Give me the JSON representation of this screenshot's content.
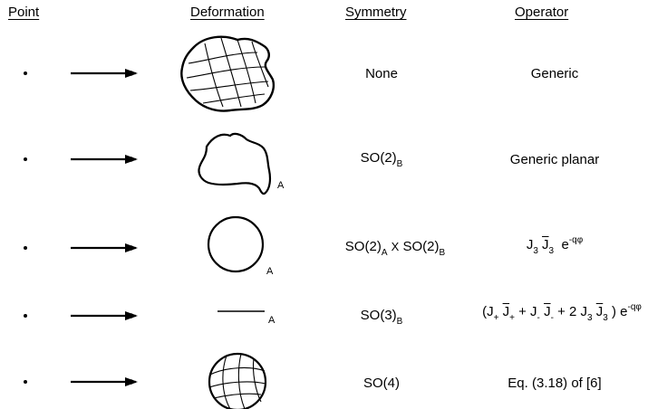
{
  "headers": {
    "point": "Point",
    "deformation": "Deformation",
    "symmetry": "Symmetry",
    "operator": "Operator"
  },
  "rows": [
    {
      "shape": "crumpled-sheet",
      "subscript_label": "",
      "symmetry": {
        "base": "None"
      },
      "operator": {
        "text": "Generic"
      }
    },
    {
      "shape": "planar-blob",
      "subscript_label": "A",
      "symmetry": {
        "base": "SO(2)",
        "sub": "B"
      },
      "operator": {
        "text": "Generic planar"
      }
    },
    {
      "shape": "circle",
      "subscript_label": "A",
      "symmetry": {
        "base1": "SO(2)",
        "sub1": "A",
        "times": "X",
        "base2": "SO(2)",
        "sub2": "B"
      },
      "operator": {
        "j": "J",
        "j_sub": "3",
        "jbar": "J",
        "jbar_sub": "3",
        "exp_base": "e",
        "exp": "-qφ"
      }
    },
    {
      "shape": "line-segment",
      "subscript_label": "A",
      "symmetry": {
        "base": "SO(3)",
        "sub": "B"
      },
      "operator": {
        "open": "(",
        "t1": "J",
        "t1_sub": "+",
        "t1b": "J",
        "t1b_sub": "+",
        "plus1": "+",
        "t2": "J",
        "t2_sub": "-",
        "t2b": "J",
        "t2b_sub": "-",
        "plus2": "+ 2",
        "t3": "J",
        "t3_sub": "3",
        "t3b": "J",
        "t3b_sub": "3",
        "close": ")",
        "exp_base": "e",
        "exp": "-qφ"
      }
    },
    {
      "shape": "sphere",
      "subscript_label": "",
      "symmetry": {
        "base": "SO(4)"
      },
      "operator": {
        "text": "Eq. (3.18) of [6]"
      }
    }
  ]
}
